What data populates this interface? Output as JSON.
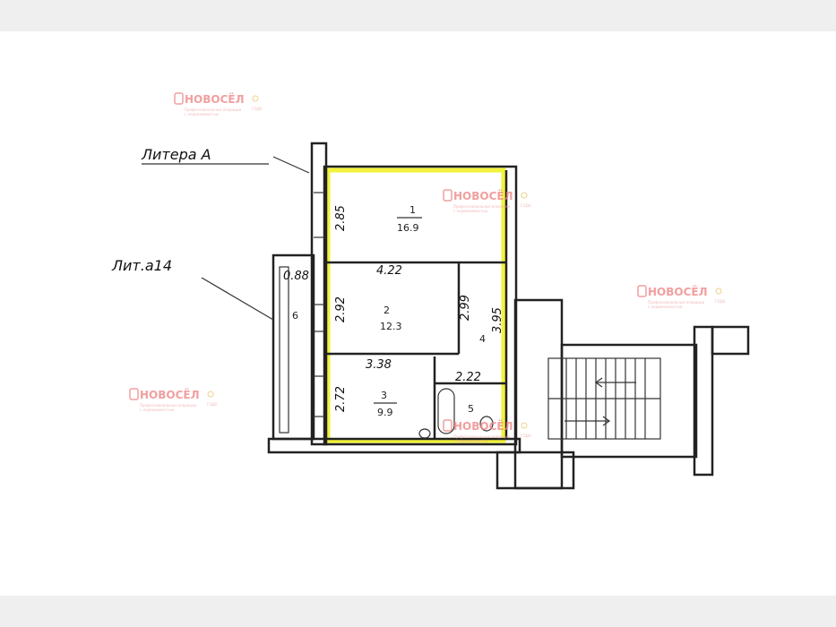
{
  "title_label": "Литера А",
  "sublabel": "Лит.а14",
  "watermark": {
    "brand": "НОВОСЁЛ",
    "tagline": "Профессиональные операции с недвижимостью",
    "badge": "ГОДА"
  },
  "dimensions": {
    "room1_depth": "2.85",
    "room2_width": "4.22",
    "room2_depth": "2.92",
    "corridor_depth": "2.99",
    "corridor_length": "3.95",
    "room3_width": "3.38",
    "room3_depth": "2.72",
    "bath_width": "2.22",
    "balcony_width": "0.88"
  },
  "rooms": [
    {
      "number": "1",
      "area": "16.9"
    },
    {
      "number": "2",
      "area": "12.3"
    },
    {
      "number": "3",
      "area": "9.9"
    },
    {
      "number": "4",
      "area": ""
    },
    {
      "number": "5",
      "area": ""
    },
    {
      "number": "6",
      "area": ""
    }
  ],
  "colors": {
    "highlight": "#f2f23a",
    "watermark": "#e88888"
  }
}
